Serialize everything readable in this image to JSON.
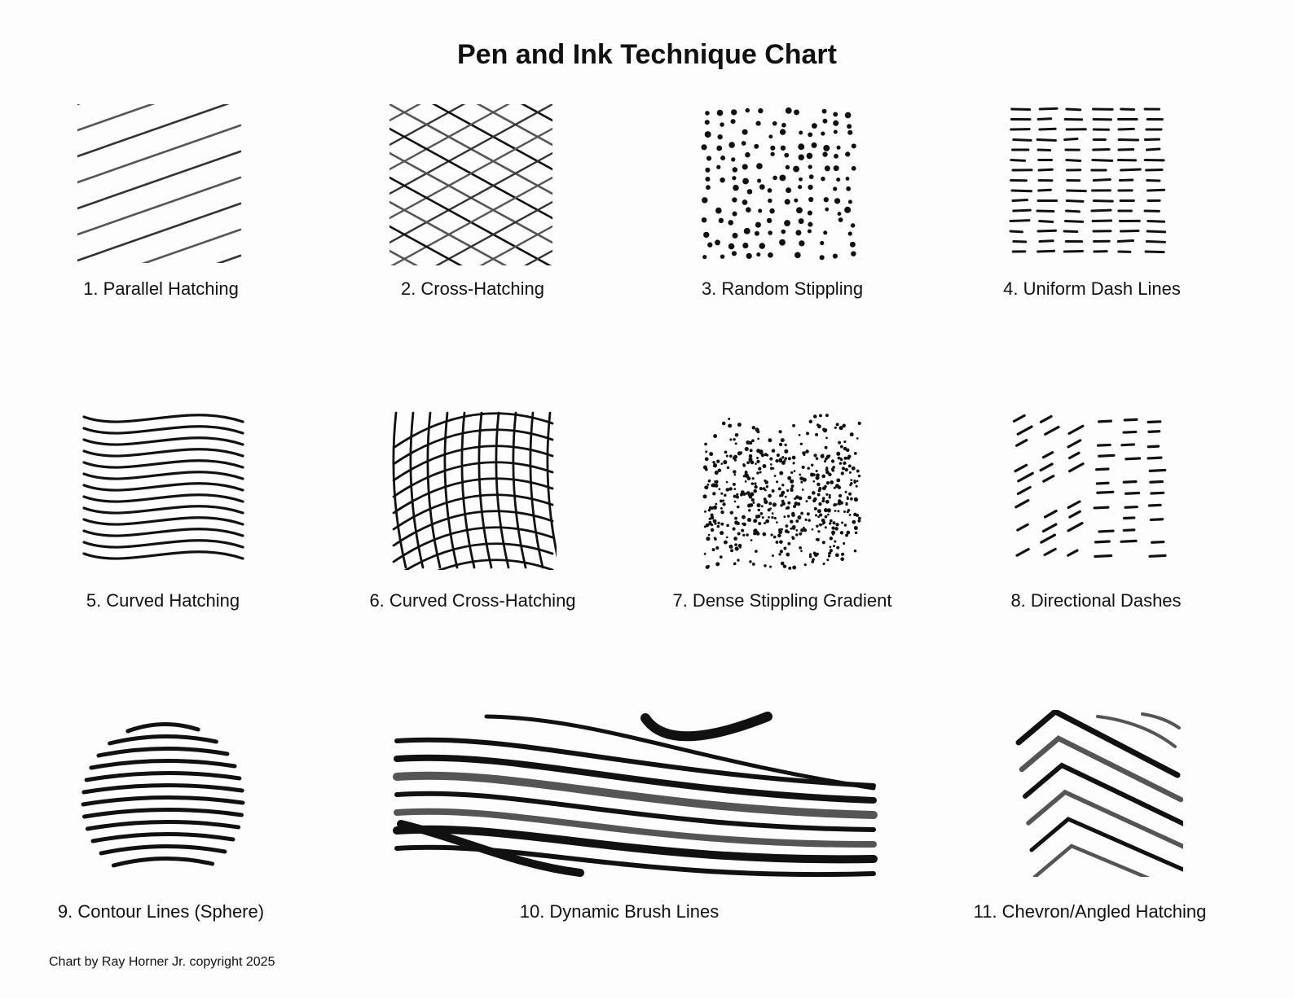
{
  "title": "Pen and Ink Technique Chart",
  "techniques": [
    {
      "label": "1. Parallel Hatching"
    },
    {
      "label": "2. Cross-Hatching"
    },
    {
      "label": "3. Random Stippling"
    },
    {
      "label": "4. Uniform Dash Lines"
    },
    {
      "label": "5. Curved Hatching"
    },
    {
      "label": "6. Curved Cross-Hatching"
    },
    {
      "label": "7. Dense Stippling Gradient"
    },
    {
      "label": "8. Directional Dashes"
    },
    {
      "label": "9. Contour Lines (Sphere)"
    },
    {
      "label": "10. Dynamic Brush Lines"
    },
    {
      "label": "11. Chevron/Angled Hatching"
    }
  ],
  "footer": "Chart by Ray Horner Jr. copyright 2025",
  "colors": {
    "ink": "#111111",
    "gray_ink": "#555555",
    "paper": "#fdfdfd"
  }
}
